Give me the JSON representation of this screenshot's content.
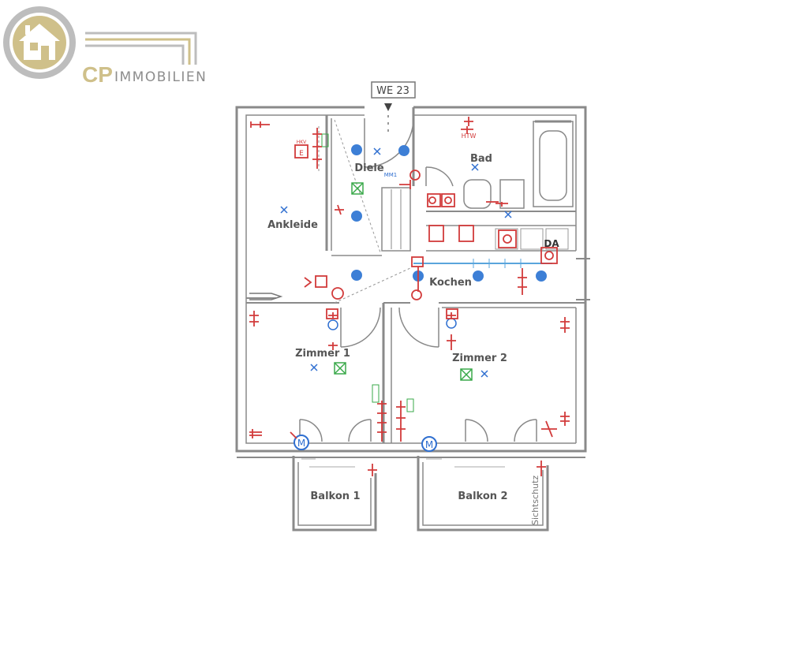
{
  "logo": {
    "brand": "CP",
    "word": "IMMOBILIEN"
  },
  "unit_label": "WE 23",
  "rooms": {
    "diele": "Diele",
    "bad": "Bad",
    "ankleide": "Ankleide",
    "kochen": "Kochen",
    "zimmer1": "Zimmer 1",
    "zimmer2": "Zimmer 2",
    "balkon1": "Balkon 1",
    "balkon2": "Balkon 2"
  },
  "annotations": {
    "sichtschutz": "Sichtschutz",
    "da": "DA",
    "htw": "HTW",
    "mm1": "MM1",
    "e": "E",
    "hkv": "HKV"
  },
  "colors": {
    "gold": "#cfc08a",
    "logo_ring": "#bdbdbd",
    "wall": "#8a8a8a",
    "symbol_red": "#d23b3b",
    "symbol_blue": "#2f6fd0",
    "symbol_green": "#3aa94a"
  }
}
